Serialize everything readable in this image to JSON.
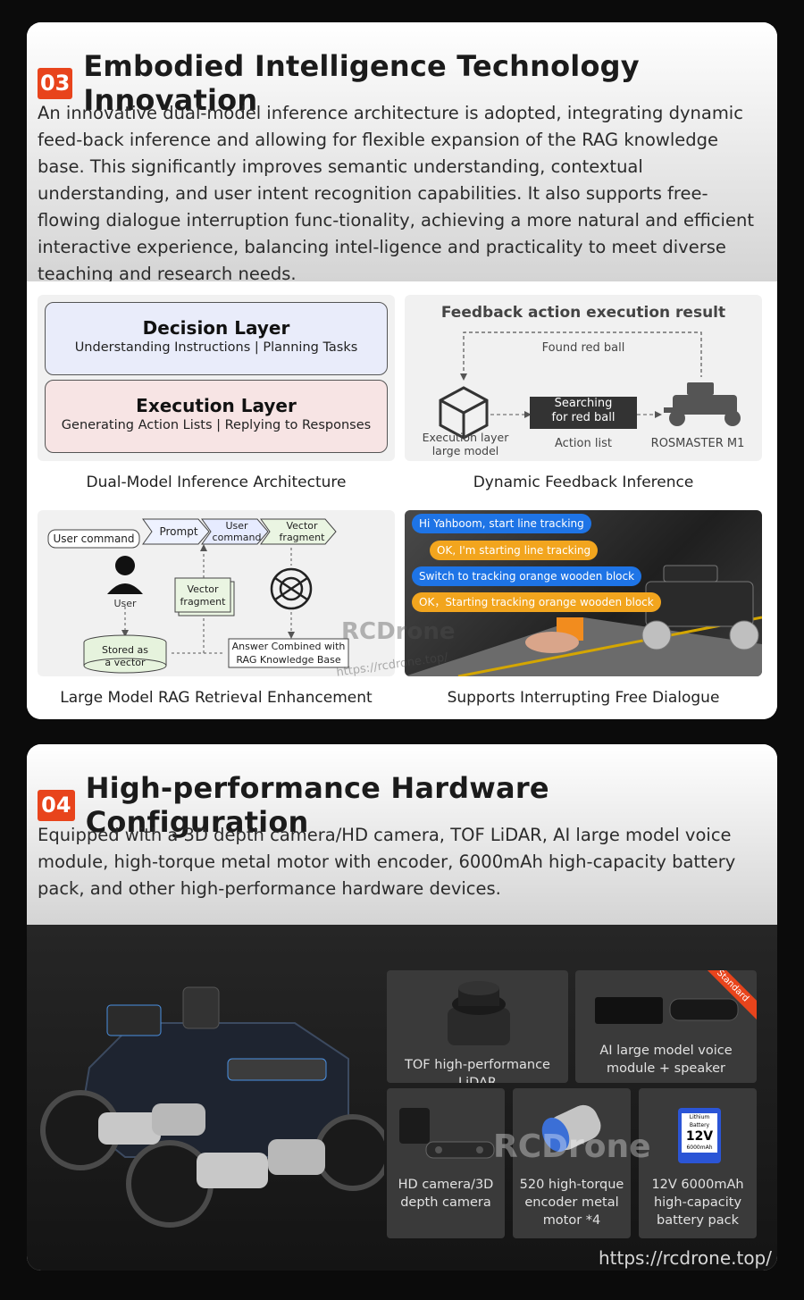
{
  "section3": {
    "number": "03",
    "title": "Embodied Intelligence Technology Innovation",
    "description": "An innovative dual-model inference architecture is adopted, integrating dynamic feed-back inference and allowing for flexible expansion of the RAG knowledge base. This significantly improves semantic understanding, contextual understanding, and user intent recognition capabilities. It also supports free-flowing dialogue interruption func-tionality, achieving a more natural and efficient interactive experience, balancing intel-ligence and practicality to meet diverse teaching and research needs.",
    "dual_model": {
      "decision_title": "Decision Layer",
      "decision_sub": "Understanding Instructions | Planning Tasks",
      "execution_title": "Execution Layer",
      "execution_sub": "Generating Action Lists | Replying to Responses",
      "caption": "Dual-Model Inference Architecture"
    },
    "feedback": {
      "title": "Feedback action execution result",
      "found": "Found red ball",
      "exec_label_1": "Execution layer",
      "exec_label_2": "large model",
      "search_1": "Searching",
      "search_2": "for red ball",
      "action_list": "Action list",
      "robot": "ROSMASTER M1",
      "caption": "Dynamic Feedback Inference"
    },
    "rag": {
      "user_command": "User command",
      "prompt": "Prompt",
      "user_command_2a": "User",
      "user_command_2b": "command",
      "vector_fragment_a": "Vector",
      "vector_fragment_b": "fragment",
      "user": "User",
      "stored_a": "Stored as",
      "stored_b": "a vector",
      "answer_a": "Answer Combined with",
      "answer_b": "RAG Knowledge Base",
      "caption": "Large Model RAG Retrieval Enhancement"
    },
    "dialogue": {
      "msg1": "Hi Yahboom, start line tracking",
      "msg2": "OK, I'm starting line tracking",
      "msg3": "Switch to tracking orange wooden block",
      "msg4": "OK，Starting tracking orange wooden block",
      "caption": "Supports Interrupting Free Dialogue"
    },
    "watermark": "RCDrone",
    "watermark_url": "https://rcdrone.top/"
  },
  "section4": {
    "number": "04",
    "title": "High-performance Hardware Configuration",
    "description": "Equipped with a 3D depth camera/HD camera, TOF LiDAR, AI large model voice module, high-torque metal motor with encoder, 6000mAh high-capacity battery pack, and other high-performance hardware devices.",
    "tiles": {
      "lidar": "TOF high-performance LiDAR",
      "voice_1": "AI large model voice",
      "voice_2": "module + speaker",
      "standard": "Standard",
      "camera_1": "HD camera/3D",
      "camera_2": "depth camera",
      "motor_1": "520 high-torque",
      "motor_2": "encoder metal",
      "motor_3": "motor *4",
      "battery_1": "12V 6000mAh",
      "battery_2": "high-capacity",
      "battery_3": "battery pack",
      "battery_label": "Lithium Battery",
      "battery_v": "12V",
      "battery_cap": "6000mAh"
    },
    "watermark": "RCDrone"
  },
  "footer_url": "https://rcdrone.top/",
  "colors": {
    "accent": "#e8441c",
    "bubble_blue": "#1e74e6",
    "bubble_orange": "#f2a51e"
  }
}
